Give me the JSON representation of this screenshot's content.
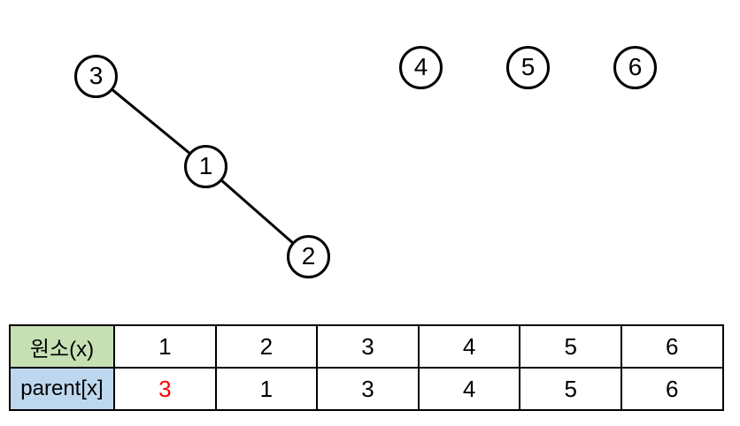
{
  "diagram": {
    "description": "disjoint-set forest",
    "nodes": [
      {
        "id": "3",
        "label": "3"
      },
      {
        "id": "1",
        "label": "1"
      },
      {
        "id": "2",
        "label": "2"
      },
      {
        "id": "4",
        "label": "4"
      },
      {
        "id": "5",
        "label": "5"
      },
      {
        "id": "6",
        "label": "6"
      }
    ],
    "edges": [
      {
        "from": "3",
        "to": "1"
      },
      {
        "from": "1",
        "to": "2"
      }
    ]
  },
  "table": {
    "rows": [
      {
        "header": "원소(x)",
        "values": [
          "1",
          "2",
          "3",
          "4",
          "5",
          "6"
        ]
      },
      {
        "header": "parent[x]",
        "values": [
          "3",
          "1",
          "3",
          "4",
          "5",
          "6"
        ]
      }
    ],
    "highlight": {
      "row_header": "parent[x]",
      "column_element": "1",
      "value": "3",
      "color": "#ff0000"
    }
  },
  "colors": {
    "element_row_header_bg": "#c6e0b4",
    "parent_row_header_bg": "#bdd7ee",
    "highlight_text": "#ff0000",
    "stroke": "#000000",
    "background": "#ffffff"
  }
}
